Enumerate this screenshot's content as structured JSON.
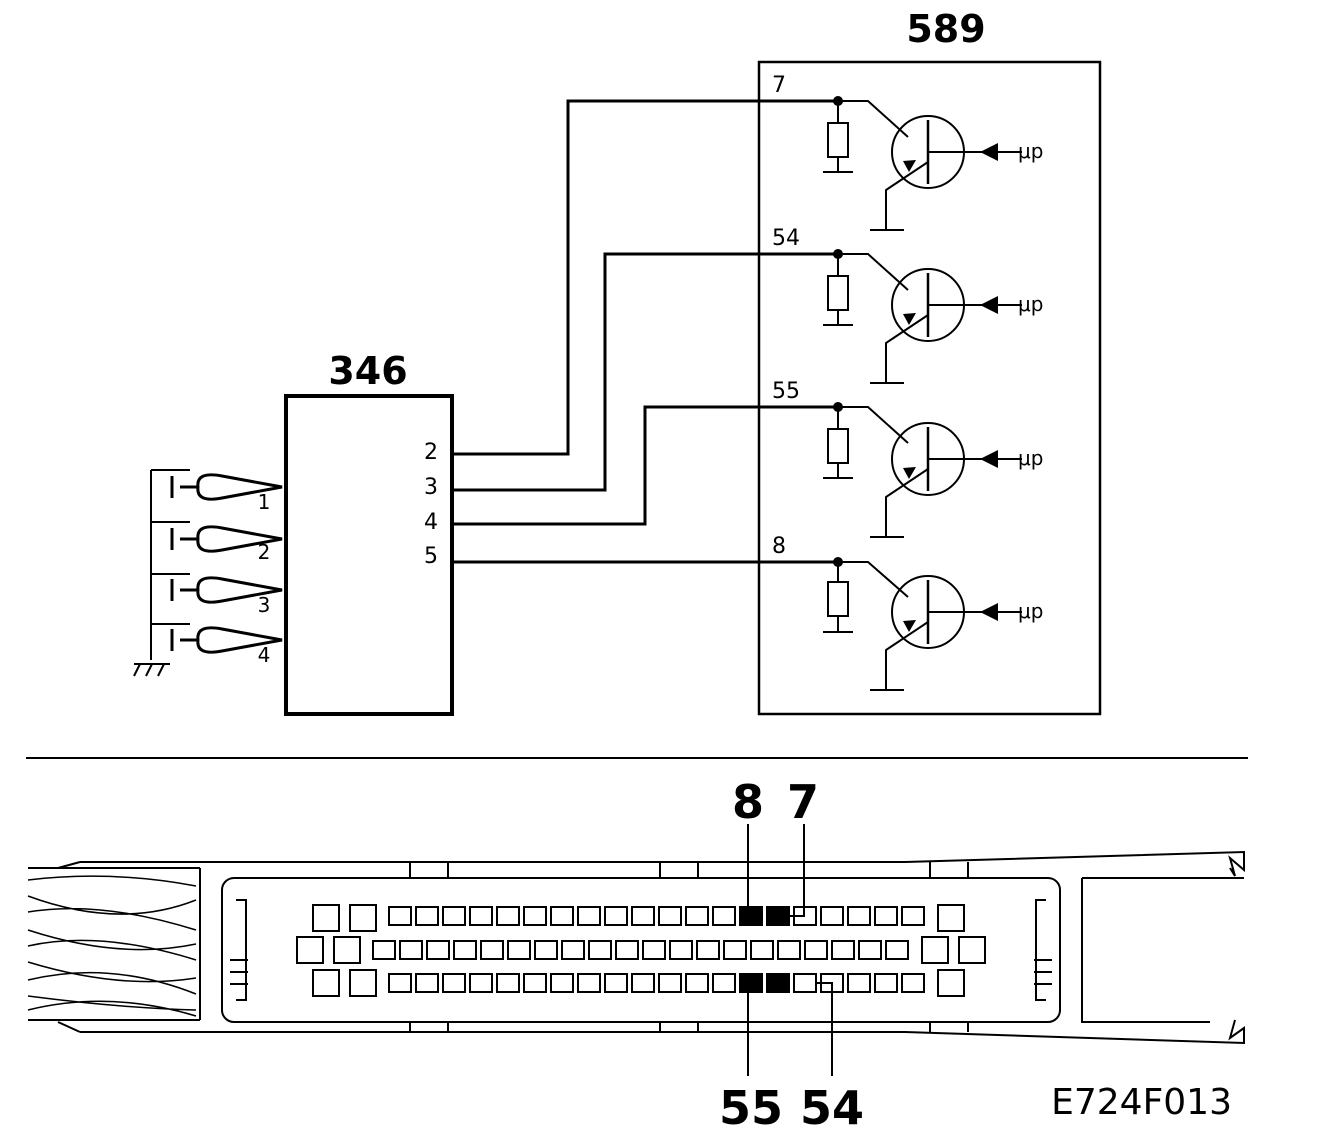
{
  "components": {
    "sensor_module": {
      "label": "346",
      "outputs": [
        "2",
        "3",
        "4",
        "5"
      ]
    },
    "control_unit": {
      "label": "589",
      "pins": [
        "7",
        "54",
        "55",
        "8"
      ],
      "signal_label": "μp"
    }
  },
  "sensors": {
    "numbers": [
      "1",
      "2",
      "3",
      "4"
    ]
  },
  "connector": {
    "top_labels": [
      "8",
      "7"
    ],
    "bottom_labels": [
      "55",
      "54"
    ],
    "highlighted_pins": [
      "8",
      "7",
      "55",
      "54"
    ]
  },
  "figure_code": "E724F013"
}
